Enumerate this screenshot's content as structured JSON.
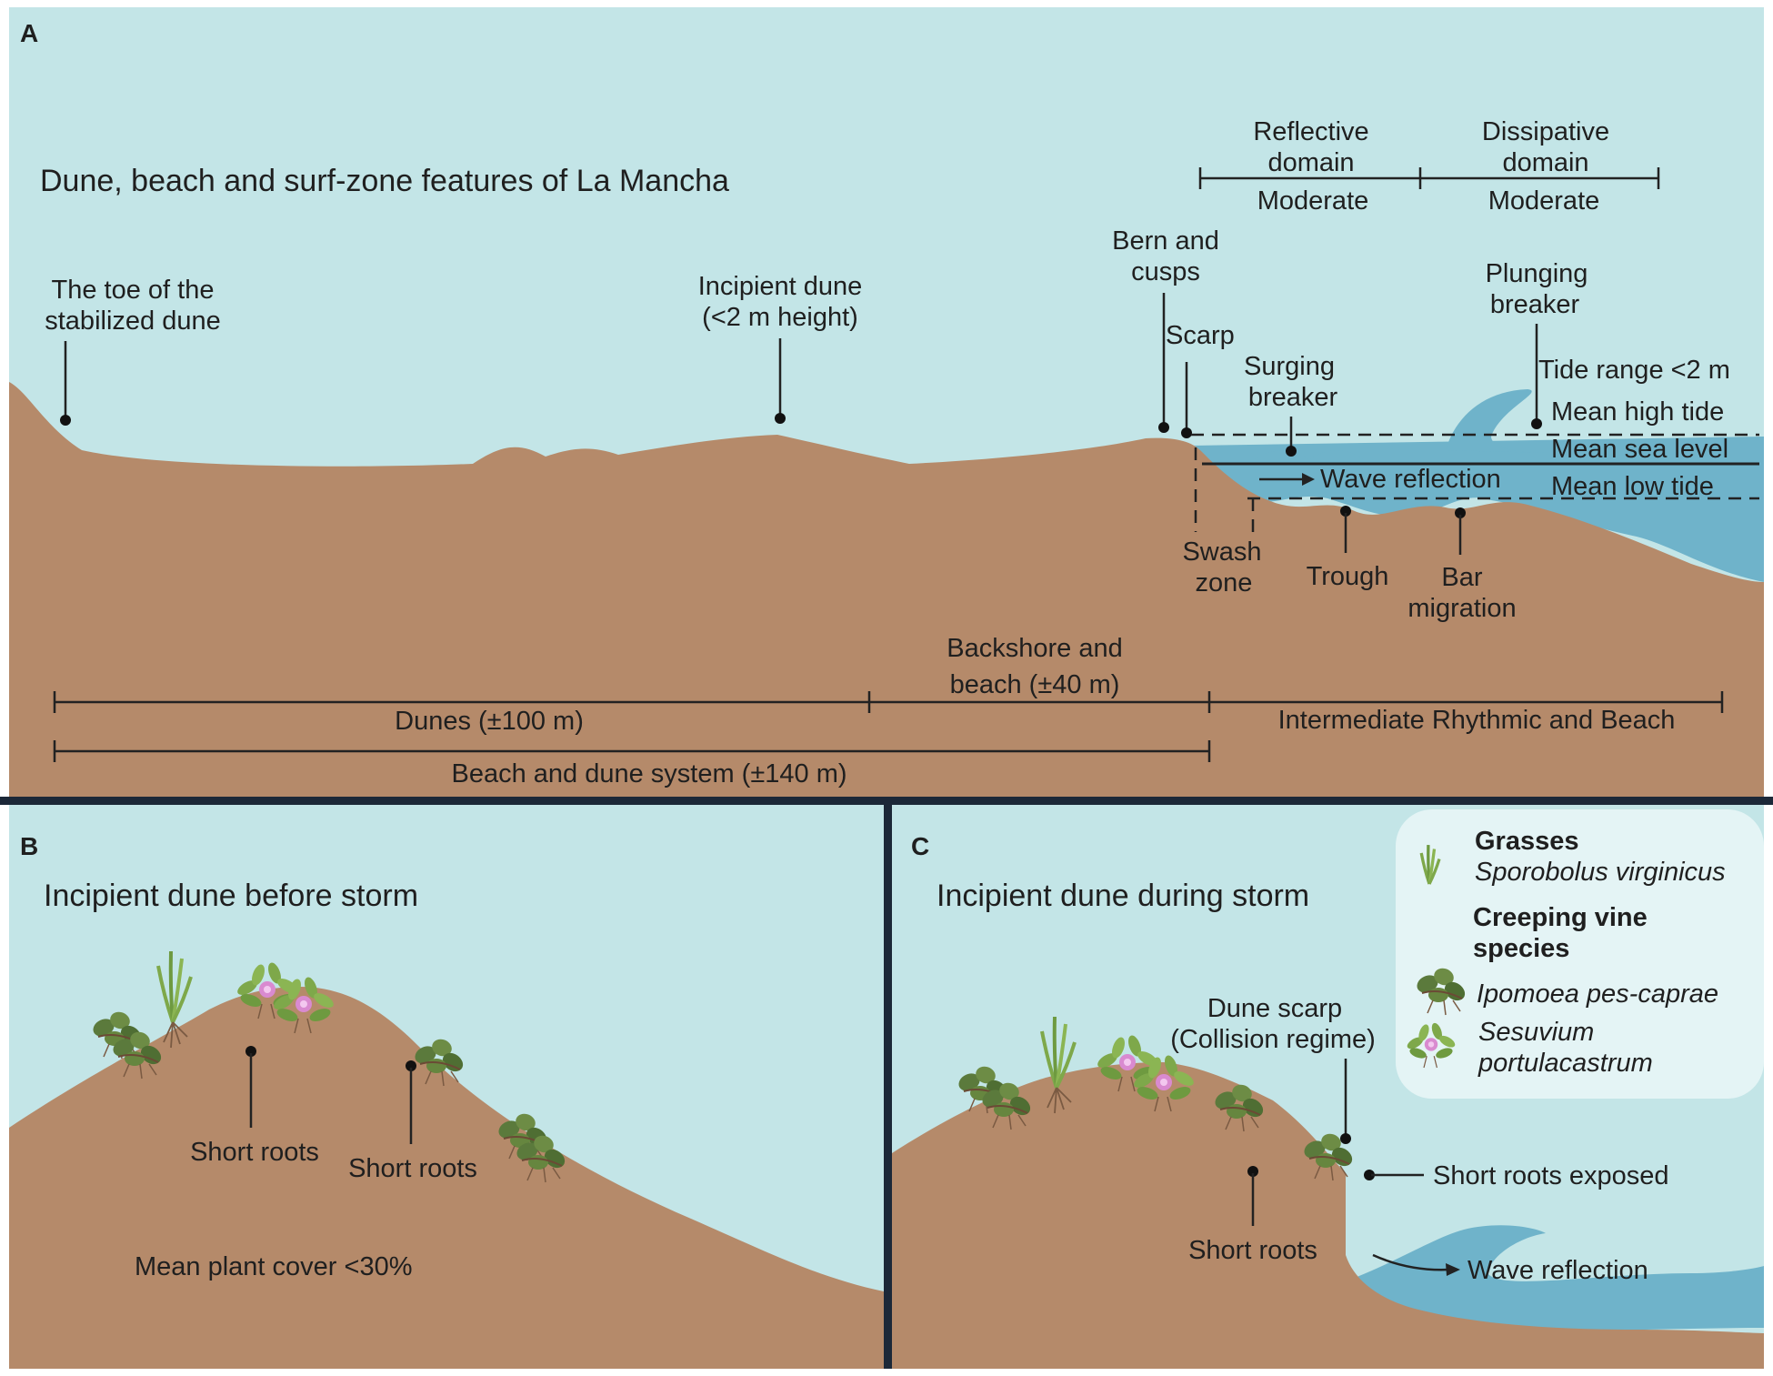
{
  "colors": {
    "sky": "#c3e5e7",
    "sand": "#b58a6a",
    "water": "#6fb3ca",
    "panel_border": "#1c2838",
    "legend_bg": "#e4f4f5",
    "leaf_green": "#5b7a3c",
    "grass_green": "#7ea84a",
    "flower_pink": "#d98ad0"
  },
  "panel_a": {
    "tag": "A",
    "title": "Dune, beach and surf-zone features of La Mancha",
    "toe": [
      "The toe of the",
      "stabilized dune"
    ],
    "incipient": [
      "Incipient dune",
      "(<2 m height)"
    ],
    "bern": [
      "Bern and",
      "cusps"
    ],
    "scarp": "Scarp",
    "surging": [
      "Surging",
      "breaker"
    ],
    "plunging": [
      "Plunging",
      "breaker"
    ],
    "reflective": [
      "Reflective",
      "domain"
    ],
    "dissipative": [
      "Dissipative",
      "domain"
    ],
    "moderate_1": "Moderate",
    "moderate_2": "Moderate",
    "tide_range": "Tide range <2 m",
    "mean_high_tide": "Mean high tide",
    "mean_sea_level": "Mean sea level",
    "mean_low_tide": "Mean low tide",
    "wave_reflection": "Wave reflection",
    "swash": [
      "Swash",
      "zone"
    ],
    "trough": "Trough",
    "bar": [
      "Bar",
      "migration"
    ],
    "backshore": [
      "Backshore and",
      "beach (±40 m)"
    ],
    "dunes": "Dunes (±100 m)",
    "intermediate": "Intermediate Rhythmic and Beach",
    "system": "Beach and dune system (±140 m)"
  },
  "panel_b": {
    "tag": "B",
    "title": "Incipient dune before storm",
    "short_roots_1": "Short roots",
    "short_roots_2": "Short roots",
    "plant_cover": "Mean plant cover <30%"
  },
  "panel_c": {
    "tag": "C",
    "title": "Incipient dune during storm",
    "dune_scarp": [
      "Dune scarp",
      "(Collision regime)"
    ],
    "short_roots_exposed": "Short roots exposed",
    "short_roots": "Short roots",
    "wave_reflection": "Wave reflection"
  },
  "legend": {
    "grasses_heading": "Grasses",
    "grasses_species": "Sporobolus virginicus",
    "vine_heading": [
      "Creeping vine",
      "species"
    ],
    "ipomoea": "Ipomoea pes-caprae",
    "sesuvium": [
      "Sesuvium",
      "portulacastrum"
    ]
  }
}
